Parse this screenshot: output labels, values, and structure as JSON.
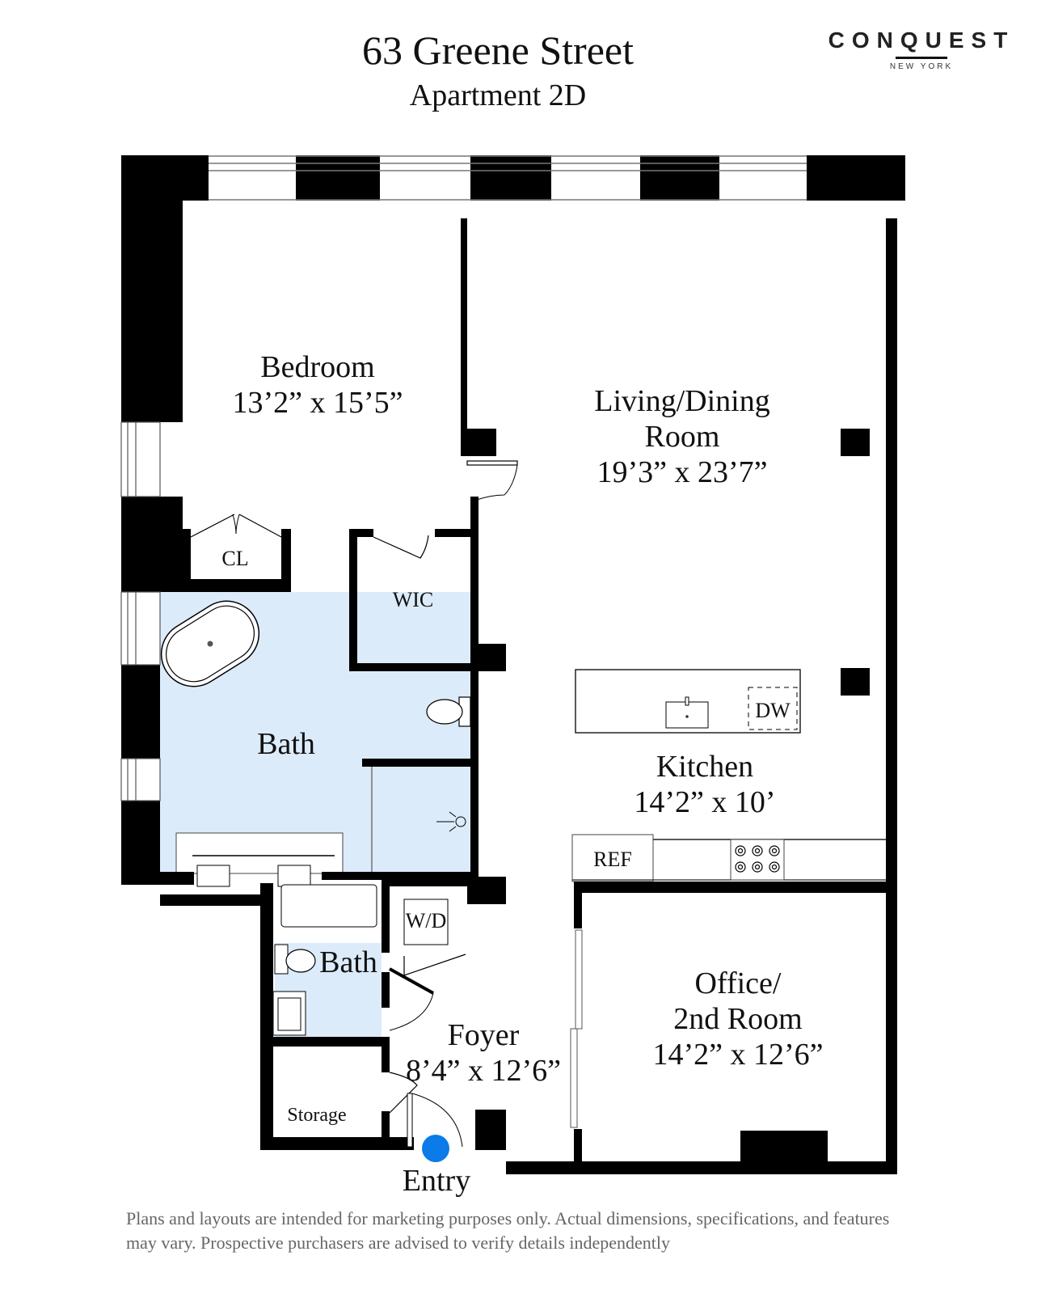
{
  "header": {
    "title": "63 Greene Street",
    "subtitle": "Apartment 2D"
  },
  "logo": {
    "brand": "CONQUEST",
    "city": "NEW YORK"
  },
  "rooms": {
    "bedroom": {
      "name": "Bedroom",
      "dims": "13’2” x 15’5”"
    },
    "living": {
      "name_line1": "Living/Dining",
      "name_line2": "Room",
      "dims": "19’3” x 23’7”"
    },
    "kitchen": {
      "name": "Kitchen",
      "dims": "14’2” x 10’"
    },
    "office": {
      "name_line1": "Office/",
      "name_line2": "2nd Room",
      "dims": "14’2” x 12’6”"
    },
    "foyer": {
      "name": "Foyer",
      "dims": "8’4” x 12’6”"
    },
    "master_bath": {
      "name": "Bath"
    },
    "second_bath": {
      "name": "Bath"
    },
    "closet": {
      "name": "CL"
    },
    "walk_in_closet": {
      "name": "WIC"
    },
    "washer_dryer": {
      "name": "W/D"
    },
    "storage": {
      "name": "Storage"
    },
    "refrigerator": {
      "name": "REF"
    },
    "dishwasher": {
      "name": "DW"
    },
    "entry": {
      "name": "Entry"
    }
  },
  "colors": {
    "wall": "#000000",
    "bath_fill": "#dcebfa",
    "entry_marker": "#0a7be8",
    "disclaimer_text": "#666666"
  },
  "disclaimer": {
    "line1": "Plans and layouts are intended for marketing purposes only. Actual dimensions, specifications, and features",
    "line2": "may vary. Prospective purchasers are advised to verify details independently"
  }
}
